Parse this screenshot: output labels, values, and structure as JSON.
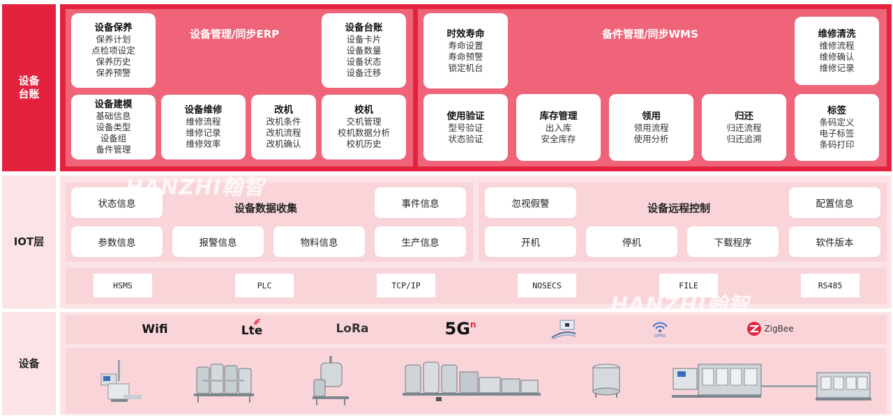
{
  "layers": {
    "ledger": "设备\n台账",
    "iot": "IOT层",
    "device": "设备"
  },
  "ledger": {
    "equipment_title": "设备管理/同步ERP",
    "spares_title": "备件管理/同步WMS",
    "cards": {
      "maintain": {
        "title": "设备保养",
        "items": "保养计划\n点检项设定\n保养历史\n保养预警"
      },
      "ledger": {
        "title": "设备台账",
        "items": "设备卡片\n设备数量\n设备状态\n设备迁移"
      },
      "modeling": {
        "title": "设备建模",
        "items": "基础信息\n设备类型\n设备组\n备件管理"
      },
      "repair": {
        "title": "设备维修",
        "items": "维修流程\n维修记录\n维修效率"
      },
      "retrofit": {
        "title": "改机",
        "items": "改机条件\n改机流程\n改机确认"
      },
      "calib": {
        "title": "校机",
        "items": "交机管理\n校机数据分析\n校机历史"
      },
      "life": {
        "title": "时效寿命",
        "items": "寿命设置\n寿命预警\n锁定机台"
      },
      "clean": {
        "title": "维修清洗",
        "items": "维修流程\n维修确认\n维修记录"
      },
      "verify": {
        "title": "使用验证",
        "items": "型号验证\n状态验证"
      },
      "stock": {
        "title": "库存管理",
        "items": "出入库\n安全库存"
      },
      "borrow": {
        "title": "领用",
        "items": "领用流程\n使用分析"
      },
      "return": {
        "title": "归还",
        "items": "归还流程\n归还追溯"
      },
      "label": {
        "title": "标签",
        "items": "条码定义\n电子标签\n条码打印"
      }
    }
  },
  "iot": {
    "collect_title": "设备数据收集",
    "remote_title": "设备远程控制",
    "collect": [
      "状态信息",
      "事件信息",
      "参数信息",
      "报警信息",
      "物料信息",
      "生产信息"
    ],
    "remote": [
      "忽视假警",
      "配置信息",
      "开机",
      "停机",
      "下载程序",
      "软件版本"
    ],
    "protocols": [
      "HSMS",
      "PLC",
      "TCP/IP",
      "NOSECS",
      "FILE",
      "RS485"
    ]
  },
  "watermark": "HANZHI翰智",
  "tech": {
    "wifi": "Wifi",
    "lte": "Lte",
    "lora": "LoRa",
    "fiveg": "5G",
    "fiveg_sup": "n",
    "gprs": "GPRS",
    "zigbee": "ZigBee"
  },
  "colors": {
    "red": "#e4223d",
    "pink_panel": "#f06479",
    "light_pink": "#fbe3e6"
  }
}
